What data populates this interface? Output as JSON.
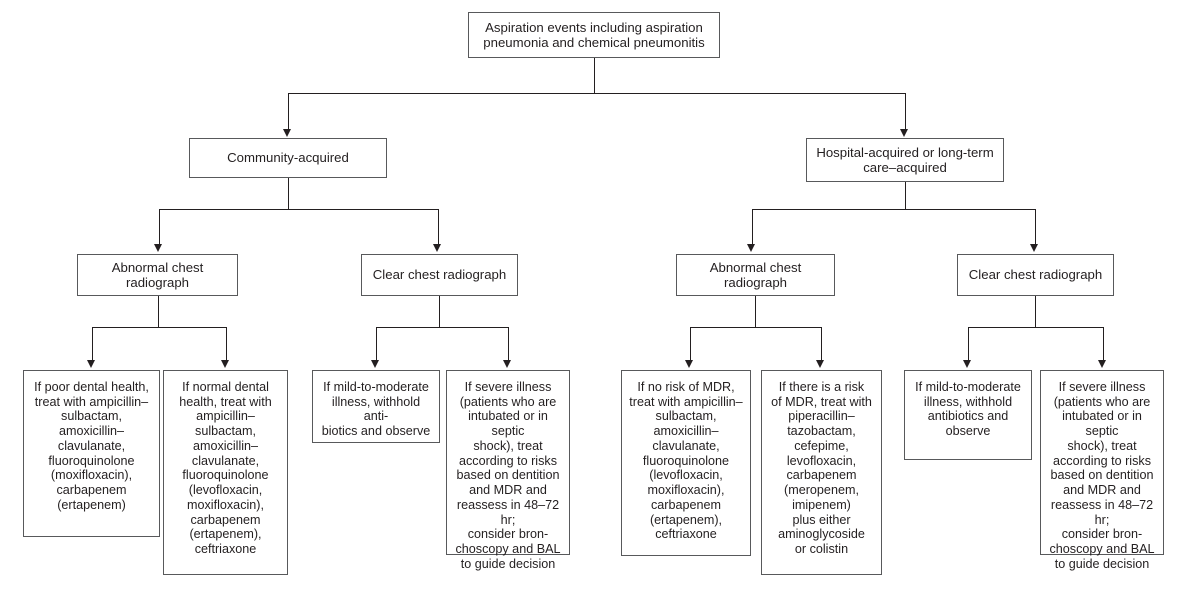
{
  "figure": {
    "type": "flowchart",
    "title": "Aspiration events including aspiration pneumonia and chemical pneumonitis",
    "orientation": "top-down",
    "levels": 4,
    "colors": {
      "box_border": "#58595b",
      "connector": "#231f20",
      "text": "#231f20",
      "background": "#ffffff"
    }
  },
  "nodes": {
    "root": {
      "label": "Aspiration events including aspiration\npneumonia and chemical pneumonitis"
    },
    "level2": [
      {
        "id": "community-acquired",
        "label": "Community-acquired"
      },
      {
        "id": "hospital-acquired",
        "label": "Hospital-acquired or long-term\ncare–acquired"
      }
    ],
    "level3": [
      {
        "id": "ca-abnormal-radiograph",
        "label": "Abnormal chest\nradiograph"
      },
      {
        "id": "ca-clear-radiograph",
        "label": "Clear chest radiograph"
      },
      {
        "id": "ha-abnormal-radiograph",
        "label": "Abnormal chest\nradiograph"
      },
      {
        "id": "ha-clear-radiograph",
        "label": "Clear chest radiograph"
      }
    ],
    "leaves": [
      {
        "id": "ca-abnormal-poor-dental",
        "label": "If poor dental health,\ntreat with ampicillin–\nsulbactam,\namoxicillin–\nclavulanate,\nfluoroquinolone\n(moxifloxacin),\ncarbapenem\n(ertapenem)"
      },
      {
        "id": "ca-abnormal-normal-dental",
        "label": "If normal dental\nhealth, treat with\nampicillin–\nsulbactam,\namoxicillin–\nclavulanate,\nfluoroquinolone\n(levofloxacin,\nmoxifloxacin),\ncarbapenem\n(ertapenem),\nceftriaxone"
      },
      {
        "id": "ca-clear-mild-moderate",
        "label": "If mild-to-moderate\nillness, withhold anti-\nbiotics and observe"
      },
      {
        "id": "ca-clear-severe",
        "label": "If severe illness\n(patients who are\nintubated or in septic\nshock), treat\naccording to risks\nbased on dentition\nand MDR and\nreassess in 48–72 hr;\nconsider bron-\nchoscopy and BAL\nto guide decision"
      },
      {
        "id": "ha-abnormal-no-mdr-risk",
        "label": "If no risk of MDR,\ntreat with ampicillin–\nsulbactam,\namoxicillin–\nclavulanate,\nfluoroquinolone\n(levofloxacin,\nmoxifloxacin),\ncarbapenem\n(ertapenem),\nceftriaxone"
      },
      {
        "id": "ha-abnormal-mdr-risk",
        "label": "If there is a risk\nof MDR, treat with\npiperacillin–\ntazobactam,\ncefepime,\nlevofloxacin,\ncarbapenem\n(meropenem,\nimipenem)\nplus either\naminoglycoside\nor colistin"
      },
      {
        "id": "ha-clear-mild-moderate",
        "label": "If mild-to-moderate\nillness, withhold\nantibiotics and\nobserve"
      },
      {
        "id": "ha-clear-severe",
        "label": "If severe illness\n(patients who are\nintubated or in septic\nshock), treat\naccording to risks\nbased on dentition\nand MDR and\nreassess in 48–72 hr;\nconsider bron-\nchoscopy and BAL\nto guide decision"
      }
    ]
  }
}
